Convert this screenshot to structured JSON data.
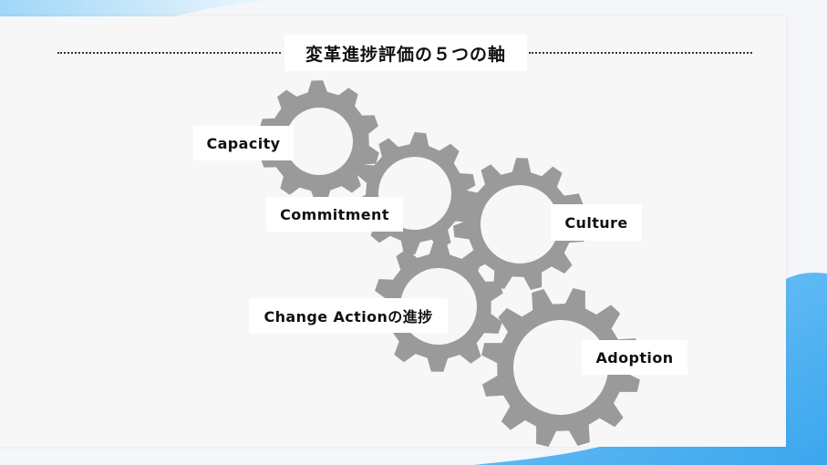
{
  "title": "変革進捗評価の５つの軸",
  "axes": [
    {
      "id": "capacity",
      "label": "Capacity"
    },
    {
      "id": "commitment",
      "label": "Commitment"
    },
    {
      "id": "culture",
      "label": "Culture"
    },
    {
      "id": "change-action",
      "label": "Change Actionの進捗"
    },
    {
      "id": "adoption",
      "label": "Adoption"
    }
  ],
  "colors": {
    "gear": "#9a9a9a",
    "accent": "#56b4f2",
    "text": "#111111"
  }
}
